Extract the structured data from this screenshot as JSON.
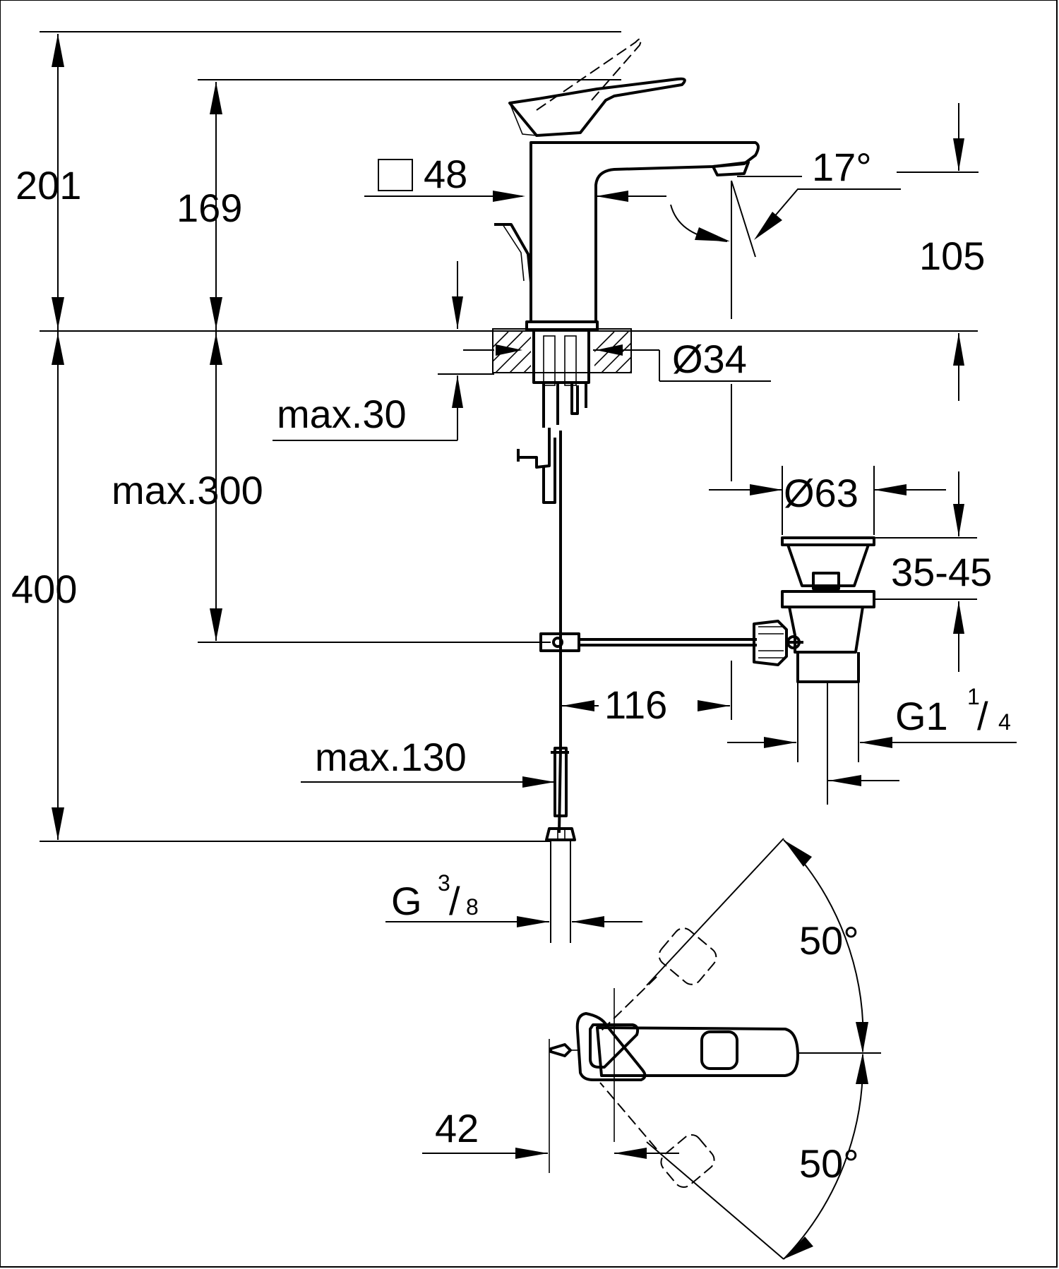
{
  "dimensions": {
    "total_height_above_deck": "201",
    "spout_height": "169",
    "body_square": "48",
    "spout_angle": "17°",
    "spout_reach_vertical": "105",
    "hole_diameter": "Ø34",
    "max_deck_thickness": "max.30",
    "max_supply_length": "max.300",
    "waste_diameter": "Ø63",
    "waste_height": "35-45",
    "below_deck_height": "400",
    "pull_rod_distance": "116",
    "waste_thread_main": "G1",
    "waste_thread_num": "1",
    "waste_thread_den": "4",
    "max_flex_length": "max.130",
    "supply_thread_main": "G",
    "supply_thread_num": "3",
    "supply_thread_den": "8",
    "lever_rotation_up": "50°",
    "lever_rotation_down": "50°",
    "pop_up_offset": "42"
  }
}
